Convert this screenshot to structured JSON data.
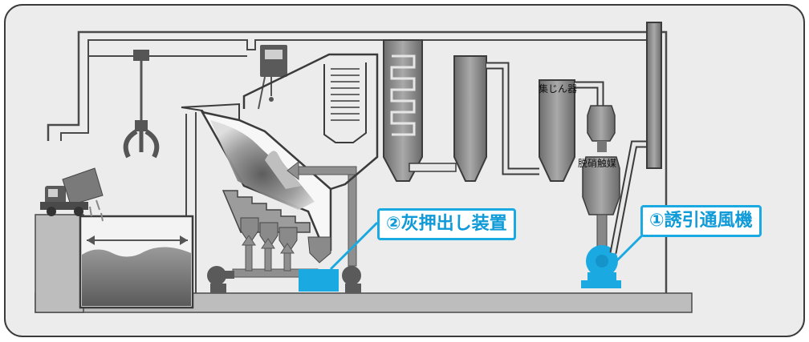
{
  "labels": {
    "dust_collector": "集じん器",
    "denitration_catalyst": "脱硝触媒"
  },
  "callouts": {
    "ash_extruder": "②灰押出し装置",
    "induced_draft_fan": "①誘引通風機"
  },
  "colors": {
    "highlight": "#1ba9e2",
    "highlight_text": "#0f9ad8",
    "machinery_gray": "#8a8a8a",
    "background_panel": "#ececec",
    "frame": "#4a4a4a"
  },
  "icons": [
    "garbage-truck-icon",
    "crane-grab-icon",
    "fan-icon"
  ]
}
